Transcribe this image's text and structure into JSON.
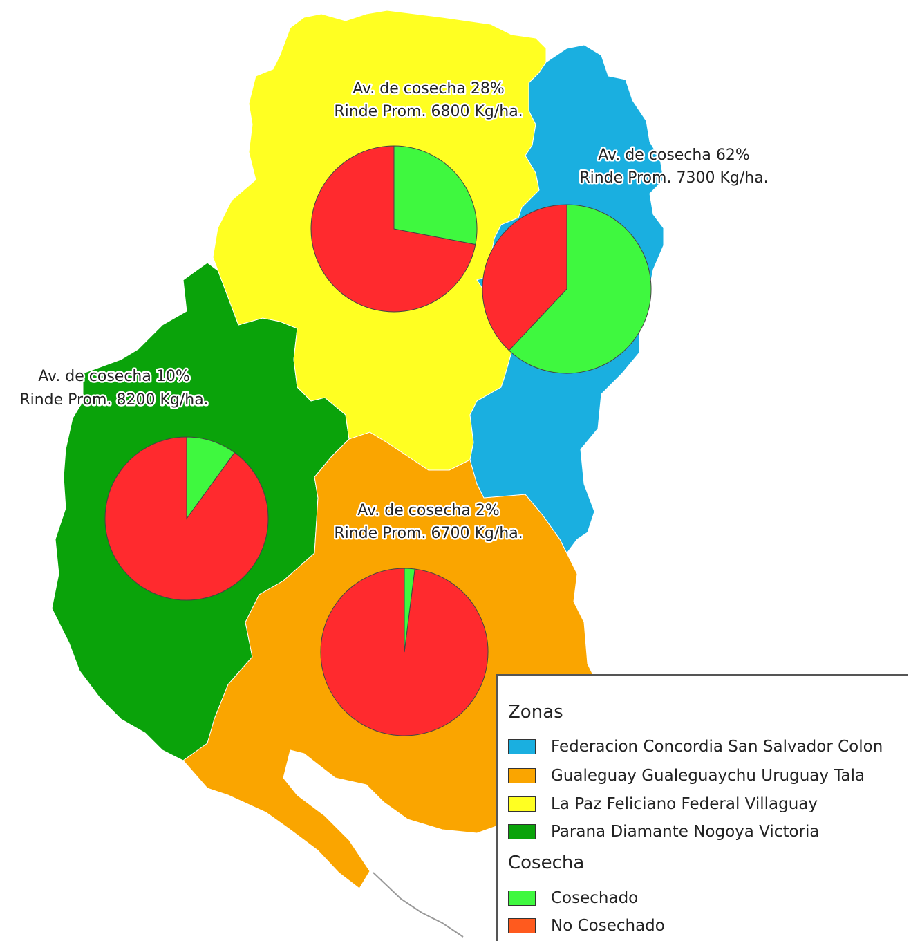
{
  "colors": {
    "zona_federacion": "#1AAFE0",
    "zona_gualeguay": "#FAA500",
    "zona_lapaz": "#FFFF22",
    "zona_parana": "#0AA30A",
    "cosechado": "#3FF83F",
    "no_cosechado": "#FF2A2E",
    "no_cosechado_legend": "#FF5A1E"
  },
  "zones": [
    {
      "id": "lapaz",
      "label_avance": "Av. de cosecha 28%",
      "label_rinde": "Rinde Prom. 6800 Kg/ha.",
      "harvested_pct": 28,
      "yield_kg_ha": 6800
    },
    {
      "id": "federacion",
      "label_avance": "Av. de cosecha 62%",
      "label_rinde": "Rinde Prom. 7300 Kg/ha.",
      "harvested_pct": 62,
      "yield_kg_ha": 7300
    },
    {
      "id": "parana",
      "label_avance": "Av. de cosecha 10%",
      "label_rinde": "Rinde Prom. 8200 Kg/ha.",
      "harvested_pct": 10,
      "yield_kg_ha": 8200
    },
    {
      "id": "gualeguay",
      "label_avance": "Av. de cosecha 2%",
      "label_rinde": "Rinde Prom. 6700 Kg/ha.",
      "harvested_pct": 2,
      "yield_kg_ha": 6700
    }
  ],
  "legend": {
    "zonas_title": "Zonas",
    "zonas": [
      {
        "label": "Federacion Concordia San Salvador Colon",
        "color": "#1AAFE0"
      },
      {
        "label": "Gualeguay Gualeguaychu Uruguay  Tala",
        "color": "#FAA500"
      },
      {
        "label": "La Paz Feliciano Federal  Villaguay",
        "color": "#FFFF22"
      },
      {
        "label": "Parana Diamante Nogoya Victoria",
        "color": "#0AA30A"
      }
    ],
    "cosecha_title": "Cosecha",
    "cosecha": [
      {
        "label": "Cosechado",
        "color": "#3FF83F"
      },
      {
        "label": "No Cosechado",
        "color": "#FF5A1E"
      }
    ]
  }
}
